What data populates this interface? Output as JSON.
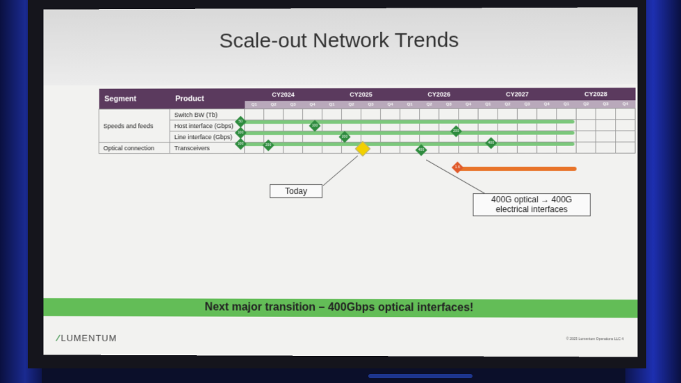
{
  "slide": {
    "title": "Scale-out Network Trends",
    "banner": "Next major transition – 400Gbps optical interfaces!",
    "logo": "LUMENTUM",
    "copyright": "© 2025 Lumentum Operations LLC   4"
  },
  "table": {
    "headers": {
      "segment": "Segment",
      "product": "Product"
    },
    "years": [
      "CY2024",
      "CY2025",
      "CY2026",
      "CY2027",
      "CY2028"
    ],
    "quarters": [
      "Q1",
      "Q2",
      "Q3",
      "Q4"
    ],
    "rows": [
      {
        "segment": "Speeds and feeds",
        "product": "Switch BW (Tb)"
      },
      {
        "segment": "",
        "product": "Host interface (Gbps)"
      },
      {
        "segment": "",
        "product": "Line interface (Gbps)"
      },
      {
        "segment": "Optical connection",
        "product": "Transceivers"
      }
    ]
  },
  "milestones": [
    {
      "row": 0,
      "label": "50"
    },
    {
      "row": 0,
      "label": "100"
    },
    {
      "row": 0,
      "label": "200"
    },
    {
      "row": 1,
      "label": "100"
    },
    {
      "row": 1,
      "label": "200"
    },
    {
      "row": 1,
      "label": "400"
    },
    {
      "row": 2,
      "label": "100"
    },
    {
      "row": 2,
      "label": "200"
    },
    {
      "row": 2,
      "label": "400"
    },
    {
      "row": 3,
      "label": "1.6"
    }
  ],
  "callouts": {
    "today": "Today",
    "optical": "400G optical → 400G electrical interfaces"
  },
  "colors": {
    "header": "#5b3a5e",
    "bar_green": "#7cc87c",
    "bar_orange": "#e8742a",
    "today": "#f2d000",
    "banner": "#63bd57"
  }
}
